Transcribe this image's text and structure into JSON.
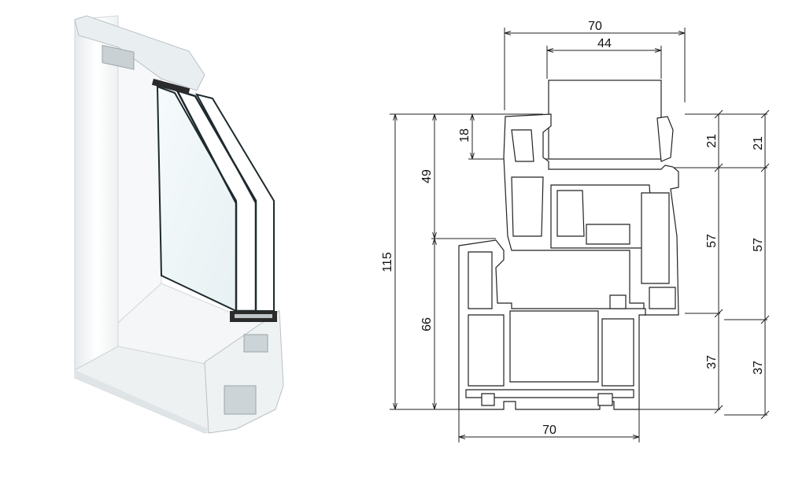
{
  "colors": {
    "line": "#222222",
    "profile_fill": "#ffffff",
    "glass_edge": "#1e2a2e",
    "spacer": "#2b2b2b",
    "pvc": "#f2f4f5",
    "pvc_shade": "#d9dee0"
  },
  "dimensions": {
    "top_total": "70",
    "top_sash": "44",
    "bottom_total": "70",
    "left_overall": "115",
    "left_sash": "49",
    "left_frame": "66",
    "left_glass_rebate": "18",
    "right_a_top": "21",
    "right_a_mid": "57",
    "right_a_bot": "37",
    "right_b_top": "21",
    "right_b_mid": "57",
    "right_b_bot": "37"
  }
}
